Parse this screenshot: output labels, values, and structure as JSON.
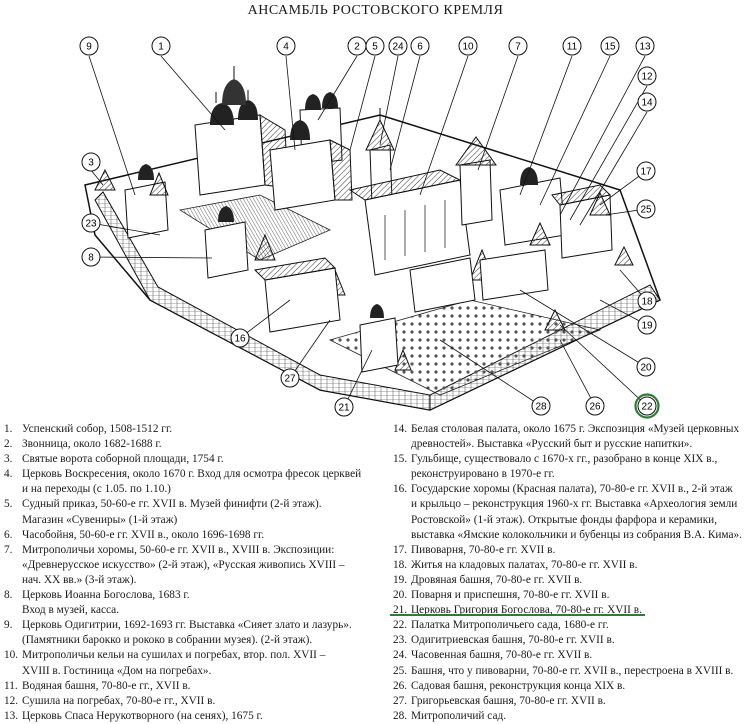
{
  "title": "АНСАМБЛЬ РОСТОВСКОГО КРЕМЛЯ",
  "callouts": [
    "9",
    "1",
    "4",
    "2",
    "5",
    "24",
    "6",
    "10",
    "7",
    "11",
    "15",
    "13",
    "12",
    "14",
    "3",
    "23",
    "8",
    "17",
    "25",
    "16",
    "27",
    "21",
    "28",
    "26",
    "22",
    "18",
    "19",
    "20"
  ],
  "highlight": {
    "number": "22",
    "color": "#2e7d32"
  },
  "legend_left": [
    {
      "n": "1.",
      "lines": [
        "Успенский собор, 1508-1512 гг."
      ]
    },
    {
      "n": "2.",
      "lines": [
        "Звонница, около 1682-1688 г."
      ]
    },
    {
      "n": "3.",
      "lines": [
        "Святые ворота соборной площади, 1754 г."
      ]
    },
    {
      "n": "4.",
      "lines": [
        "Церковь Воскресения, около 1670 г. Вход для осмотра фресок церквей",
        "и на переходы (с 1.05. по 1.10.)"
      ]
    },
    {
      "n": "5.",
      "lines": [
        "Судный приказ, 50-60-е гг. XVII в. Музей финифти (2-й этаж).",
        "Магазин «Сувениры» (1-й этаж)"
      ]
    },
    {
      "n": "6.",
      "lines": [
        "Часобойня, 50-60-е гг. XVII в., около 1696-1698 гг."
      ]
    },
    {
      "n": "7.",
      "lines": [
        "Митрополичьи хоромы, 50-60-е гг. XVII в., XVIII в. Экспозиции:",
        "«Древнерусское искусство» (2-й этаж), «Русская живопись XVIII –",
        "нач. XX вв.» (3-й этаж)."
      ]
    },
    {
      "n": "8.",
      "lines": [
        "Церковь Иоанна Богослова, 1683 г.",
        "Вход в музей, касса."
      ]
    },
    {
      "n": "9.",
      "lines": [
        "Церковь Одигитрии, 1692-1693 гг. Выставка «Сияет злато и лазурь».",
        "(Памятники барокко и рококо в собрании музея). (2-й этаж)."
      ]
    },
    {
      "n": "10.",
      "lines": [
        "Митрополичьи кельи на сушилах и погребах, втор. пол. XVII –",
        "XVIII в. Гостиница «Дом на погребах»."
      ]
    },
    {
      "n": "11.",
      "lines": [
        "Водяная башня, 70-80-е гг., XVII в."
      ]
    },
    {
      "n": "12.",
      "lines": [
        "Сушила на погребах, 70-80-е гг., XVII в."
      ]
    },
    {
      "n": "13.",
      "lines": [
        "Церковь Спаса Нерукотворного (на сенях), 1675 г."
      ]
    }
  ],
  "legend_right": [
    {
      "n": "14.",
      "lines": [
        "Белая столовая палата, около 1675 г. Экспозиция «Музей церковных",
        "древностей». Выставка «Русский быт и русские напитки»."
      ]
    },
    {
      "n": "15.",
      "lines": [
        "Гульбище, существовало с 1670-х гг., разобрано в конце XIX в.,",
        "реконструировано в 1970-е гг."
      ]
    },
    {
      "n": "16.",
      "lines": [
        "Государские хоромы (Красная палата), 70-80-е гг. XVII в., 2-й этаж",
        "и крыльцо – реконструкция 1960-х гг. Выставка «Археология земли",
        "Ростовской» (1-й этаж). Открытые фонды фарфора и керамики,",
        "выставка «Ямские колокольчики и бубенцы из собрания В.А. Кима»."
      ]
    },
    {
      "n": "17.",
      "lines": [
        "Пивоварня, 70-80-е гг. XVII в."
      ]
    },
    {
      "n": "18.",
      "lines": [
        "Житья на кладовых палатах, 70-80-е гг. XVII в."
      ]
    },
    {
      "n": "19.",
      "lines": [
        "Дровяная башня, 70-80-е гг. XVII в."
      ]
    },
    {
      "n": "20.",
      "lines": [
        "Поварня и приспешня, 70-80-е гг. XVII в."
      ]
    },
    {
      "n": "21.",
      "lines": [
        "Церковь Григория Богослова, 70-80-е гг. XVII в."
      ]
    },
    {
      "n": "22.",
      "lines": [
        "Палатка Митрополичьего сада, 1680-е гг."
      ]
    },
    {
      "n": "23.",
      "lines": [
        "Одигитриевская башня, 70-80-е гг. XVII в."
      ]
    },
    {
      "n": "24.",
      "lines": [
        "Часовенная башня, 70-80-е гг. XVII в."
      ]
    },
    {
      "n": "25.",
      "lines": [
        "Башня, что у пивоварни, 70-80-е гг. XVII в., перестроена в XVIII в."
      ]
    },
    {
      "n": "26.",
      "lines": [
        "Садовая башня, реконструкция конца XIX в."
      ]
    },
    {
      "n": "27.",
      "lines": [
        "Григорьевская башня, 70-80-е гг. XVII в."
      ]
    },
    {
      "n": "28.",
      "lines": [
        "Митрополичий сад."
      ]
    }
  ]
}
